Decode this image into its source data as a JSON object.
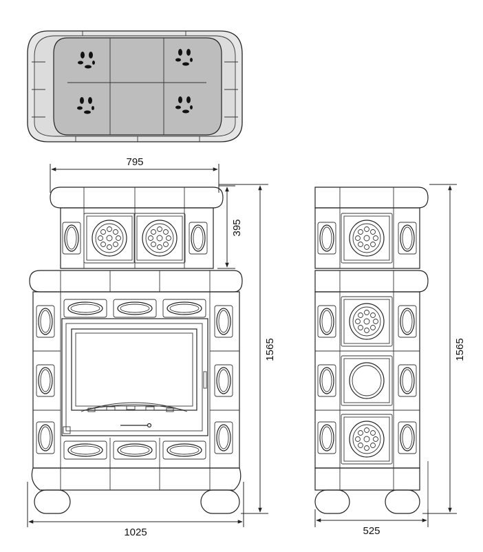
{
  "dimensions": {
    "width_front": "795",
    "top_height": "395",
    "total_height_front": "1565",
    "base_width": "1025",
    "total_height_side": "1565",
    "depth_side": "525"
  },
  "colors": {
    "line": "#222222",
    "tile_gray": "#bdbdbd",
    "tile_light": "#e4e4e4",
    "background": "#ffffff"
  }
}
